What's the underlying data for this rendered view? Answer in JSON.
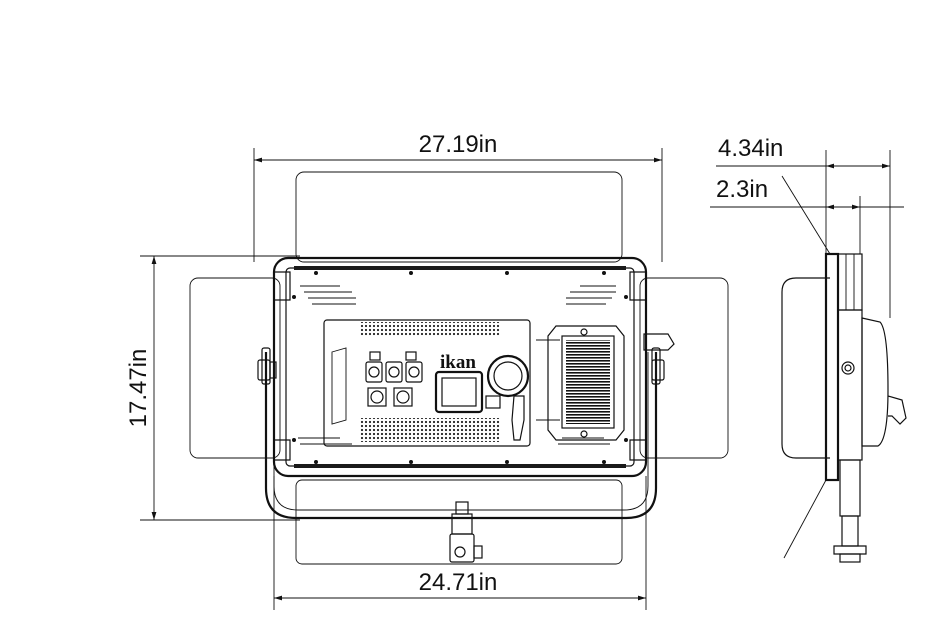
{
  "dimensions": {
    "overall_width": "27.19in",
    "body_width": "24.71in",
    "height": "17.47in",
    "side_depth": "4.34in",
    "side_body_depth": "2.3in"
  },
  "brand": {
    "logo_text": "ikan"
  }
}
